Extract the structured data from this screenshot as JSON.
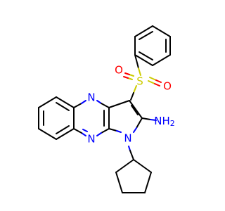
{
  "molecule": {
    "atoms": {
      "sulfur": "S",
      "oxygen_1": "O",
      "oxygen_2": "O",
      "nitrogen_pyrazine_top": "N",
      "nitrogen_pyrazine_bottom": "N",
      "nitrogen_pyrrole": "N",
      "amine": "NH",
      "amine_subscript": "2"
    },
    "colors": {
      "carbon_bond": "#000000",
      "nitrogen": "#0000ff",
      "sulfur": "#cccc00",
      "oxygen": "#ff0000"
    }
  }
}
